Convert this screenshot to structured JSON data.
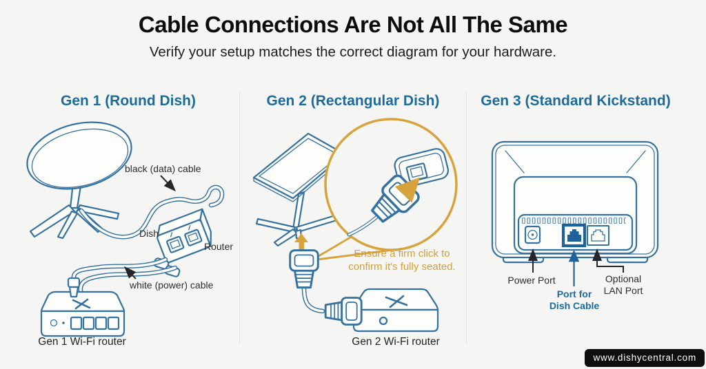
{
  "header": {
    "title": "Cable Connections Are Not All The Same",
    "subtitle": "Verify your setup matches the correct diagram for your hardware."
  },
  "columns": [
    {
      "heading": "Gen 1 (Round Dish)",
      "labels": {
        "data_cable": "black (data) cable",
        "injector_dish_port": "Dish",
        "injector_router_port": "Router",
        "power_cable": "white (power) cable",
        "caption": "Gen 1 Wi-Fi router"
      }
    },
    {
      "heading": "Gen 2 (Rectangular Dish)",
      "callout": {
        "line1": "Ensure a firm click to",
        "line2": "confirm it's fully seated."
      },
      "labels": {
        "caption": "Gen 2 Wi-Fi router"
      }
    },
    {
      "heading": "Gen 3 (Standard Kickstand)",
      "labels": {
        "power_port": "Power Port",
        "dish_port_line1": "Port for",
        "dish_port_line2": "Dish Cable",
        "lan_port_line1": "Optional",
        "lan_port_line2": "LAN Port"
      }
    }
  ],
  "footer": {
    "watermark": "www.dishycentral.com"
  },
  "colors": {
    "background": "#f5f5f3",
    "heading_blue": "#1e6b9b",
    "line_blue": "#35719f",
    "port_fill_blue": "#1d6298",
    "accent_orange": "#d7a33c",
    "callout_text_orange": "#cfa03d",
    "label_dark": "#2b2b2b",
    "badge_bg": "#0e0e0e",
    "badge_text": "#ffffff"
  }
}
